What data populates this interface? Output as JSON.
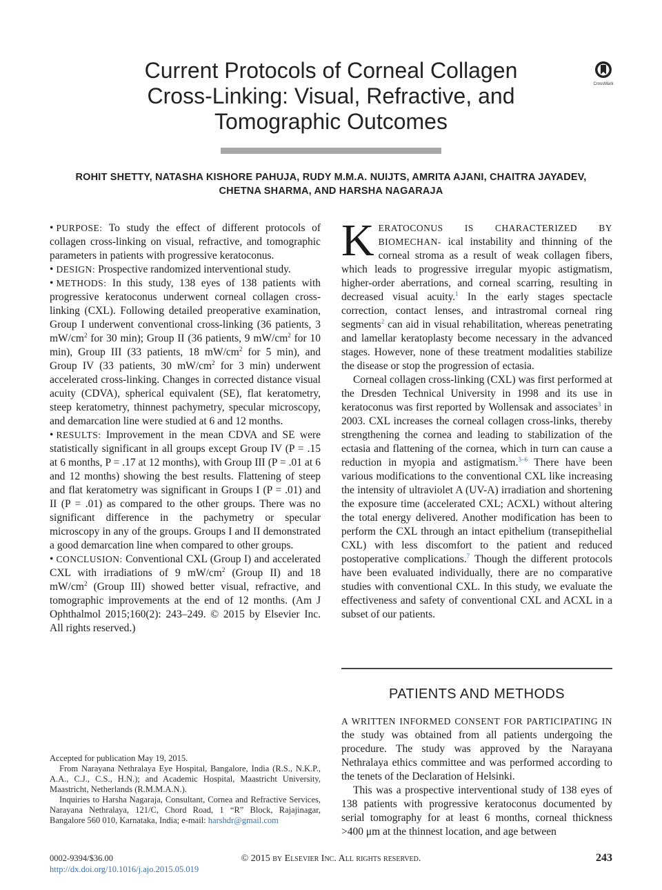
{
  "title": {
    "line1": "Current Protocols of Corneal Collagen",
    "line2": "Cross-Linking: Visual, Refractive, and",
    "line3": "Tomographic Outcomes"
  },
  "crossmark": {
    "label": "CrossMark"
  },
  "authors": {
    "line1": "ROHIT SHETTY, NATASHA KISHORE PAHUJA, RUDY M.M.A. NUIJTS, AMRITA AJANI, CHAITRA JAYADEV,",
    "line2": "CHETNA SHARMA, AND HARSHA NAGARAJA"
  },
  "abstract": {
    "bullet": "•",
    "purpose_label": "PURPOSE:",
    "purpose_text": "To study the effect of different protocols of collagen cross-linking on visual, refractive, and tomographic parameters in patients with progressive keratoconus.",
    "design_label": "DESIGN:",
    "design_text": "Prospective randomized interventional study.",
    "methods_label": "METHODS:",
    "methods_a": "In this study, 138 eyes of 138 patients with progressive keratoconus underwent corneal collagen cross-linking (CXL). Following detailed preoperative examination, Group I underwent conventional cross-linking (36 patients, 3 mW/cm",
    "methods_b": " for 30 min); Group II (36 patients, 9 mW/cm",
    "methods_c": " for 10 min), Group III (33 patients, 18 mW/cm",
    "methods_d": " for 5 min), and Group IV (33 patients, 30 mW/cm",
    "methods_e": " for 3 min) underwent accelerated cross-linking. Changes in corrected distance visual acuity (CDVA), spherical equivalent (SE), flat keratometry, steep keratometry, thinnest pachymetry, specular microscopy, and demarcation line were studied at 6 and 12 months.",
    "results_label": "RESULTS:",
    "results_text": "Improvement in the mean CDVA and SE were statistically significant in all groups except Group IV (P = .15 at 6 months, P = .17 at 12 months), with Group III (P = .01 at 6 and 12 months) showing the best results. Flattening of steep and flat keratometry was significant in Groups I (P = .01) and II (P = .01) as compared to the other groups. There was no significant difference in the pachymetry or specular microscopy in any of the groups. Groups I and II demonstrated a good demarcation line when compared to other groups.",
    "conclusion_label": "CONCLUSION:",
    "conclusion_a": "Conventional CXL (Group I) and accelerated CXL with irradiations of 9 mW/cm",
    "conclusion_b": " (Group II) and 18 mW/cm",
    "conclusion_c": " (Group III) showed better visual, refractive, and tomographic improvements at the end of 12 months. (Am J Ophthalmol 2015;160(2): 243–249. © 2015 by Elsevier Inc. All rights reserved.)",
    "sup2": "2"
  },
  "intro": {
    "dropcap": "K",
    "p1_smallcaps": "ERATOCONUS IS CHARACTERIZED BY BIOMECHAN-",
    "p1_a": "ical instability and thinning of the corneal stroma as a result of weak collagen fibers, which leads to progressive irregular myopic astigmatism, higher-order aberrations, and corneal scarring, resulting in decreased visual acuity.",
    "ref1": "1",
    "p1_b": " In the early stages spectacle correction, contact lenses, and intrastromal corneal ring segments",
    "ref2": "2",
    "p1_c": " can aid in visual rehabilitation, whereas penetrating and lamellar keratoplasty become necessary in the advanced stages. However, none of these treatment modalities stabilize the disease or stop the progression of ectasia.",
    "p2_a": "Corneal collagen cross-linking (CXL) was first performed at the Dresden Technical University in 1998 and its use in keratoconus was first reported by Wollensak and associates",
    "ref3": "3",
    "p2_b": " in 2003. CXL increases the corneal collagen cross-links, thereby strengthening the cornea and leading to stabilization of the ectasia and flattening of the cornea, which in turn can cause a reduction in myopia and astigmatism.",
    "ref3_6": "3–6",
    "p2_c": " There have been various modifications to the conventional CXL like increasing the intensity of ultraviolet A (UV-A) irradiation and shortening the exposure time (accelerated CXL; ACXL) without altering the total energy delivered. Another modification has been to perform the CXL through an intact epithelium (transepithelial CXL) with less discomfort to the patient and reduced postoperative complications.",
    "ref7": "7",
    "p2_d": " Though the different protocols have been evaluated individually, there are no comparative studies with conventional CXL. In this study, we evaluate the effectiveness and safety of conventional CXL and ACXL in a subset of our patients."
  },
  "section": {
    "heading": "PATIENTS AND METHODS"
  },
  "methods": {
    "p1_smallcaps": "A WRITTEN INFORMED CONSENT FOR PARTICIPATING IN",
    "p1_text": "the study was obtained from all patients undergoing the procedure. The study was approved by the Narayana Nethralaya ethics committee and was performed according to the tenets of the Declaration of Helsinki.",
    "p2_text": "This was a prospective interventional study of 138 eyes of 138 patients with progressive keratoconus documented by serial tomography for at least 6 months, corneal thickness >400 μm at the thinnest location, and age between"
  },
  "footnotes": {
    "accepted": "Accepted for publication May 19, 2015.",
    "from": "From Narayana Nethralaya Eye Hospital, Bangalore, India (R.S., N.K.P., A.A., C.J., C.S., H.N.); and Academic Hospital, Maastricht University, Maastricht, Netherlands (R.M.M.A.N.).",
    "inquiries": "Inquiries to Harsha Nagaraja, Consultant, Cornea and Refractive Services, Narayana Nethralaya, 121/C, Chord Road, 1 “R” Block, Rajajinagar, Bangalore 560 010, Karnataka, India; e-mail: ",
    "email": "harshdr@gmail.com"
  },
  "footer": {
    "issn": "0002-9394/$36.00",
    "doi": "http://dx.doi.org/10.1016/j.ajo.2015.05.019",
    "copyright": "© 2015 by Elsevier Inc. All rights reserved.",
    "page": "243"
  }
}
